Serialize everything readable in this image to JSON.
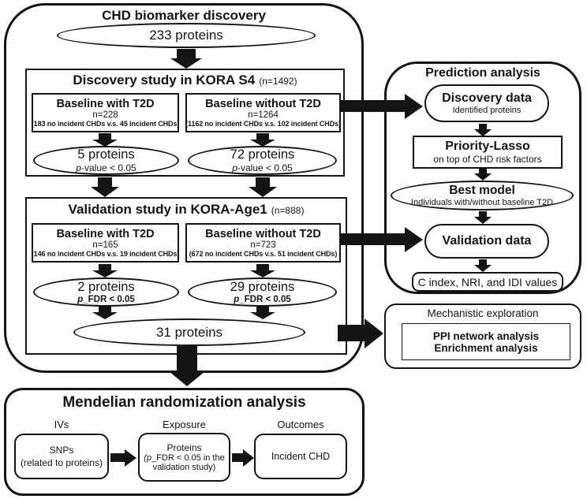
{
  "colors": {
    "ink": "#141414",
    "bg": "#ffffff"
  },
  "chd": {
    "title": "CHD biomarker discovery",
    "proteins_233": "233 proteins",
    "discovery": {
      "title": "Discovery study in KORA S4",
      "n": "(n=1492)",
      "with_t2d": {
        "title": "Baseline with T2D",
        "n": "n=228",
        "detail": "(183 no incident CHDs v.s. 45 incident CHDs)"
      },
      "without_t2d": {
        "title": "Baseline without T2D",
        "n": "n=1264",
        "detail": "(1162 no incident CHDs v.s. 102 incident CHDs)"
      },
      "oval_with": {
        "line1": "5 proteins",
        "p": "p",
        "rest": "-value < 0.05"
      },
      "oval_without": {
        "line1": "72 proteins",
        "p": "p",
        "rest": "-value < 0.05"
      }
    },
    "validation": {
      "title": "Validation study in KORA-Age1",
      "n": "(n=888)",
      "with_t2d": {
        "title": "Baseline with T2D",
        "n": "n=165",
        "detail": "(146 no incident CHDs v.s. 19 incident CHDs)"
      },
      "without_t2d": {
        "title": "Baseline without T2D",
        "n": "n=723",
        "detail": "(672 no incident CHDs v.s. 51 incident CHDs)"
      },
      "oval_with": {
        "line1": "2 proteins",
        "p": "p",
        "rest": "_FDR < 0.05"
      },
      "oval_without": {
        "line1": "29 proteins",
        "p": "p",
        "rest": "_FDR < 0.05"
      },
      "oval_combined": "31 proteins"
    }
  },
  "prediction": {
    "title": "Prediction analysis",
    "discovery_data": {
      "title": "Discovery data",
      "sub": "Identified proteins"
    },
    "priority_lasso": {
      "title": "Priority-Lasso",
      "sub": "on top of CHD risk factors"
    },
    "best_model": {
      "title": "Best model",
      "sub": "Individuals with/without baseline T2D"
    },
    "validation_data": {
      "title": "Validation data"
    },
    "metrics": "C index, NRI, and IDI values"
  },
  "mechanistic": {
    "title": "Mechanistic exploration",
    "line1": "PPI network analysis",
    "line2": "Enrichment analysis"
  },
  "mendelian": {
    "title": "Mendelian randomization analysis",
    "ivs": {
      "label": "IVs",
      "title": "SNPs",
      "sub": "(related to proteins)"
    },
    "exposure": {
      "label": "Exposure",
      "title": "Proteins",
      "p": "(p",
      "rest": "_FDR < 0.05 in the",
      "line3": "validation study)"
    },
    "outcomes": {
      "label": "Outcomes",
      "title": "Incident CHD"
    }
  }
}
